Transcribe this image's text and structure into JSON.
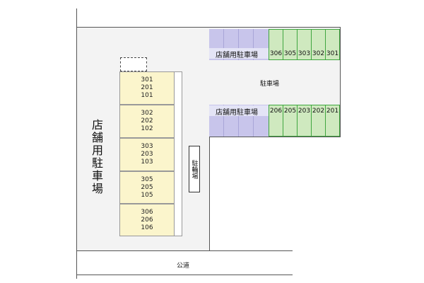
{
  "building": {
    "units": [
      {
        "lines": [
          "301",
          "201",
          "101"
        ]
      },
      {
        "lines": [
          "302",
          "202",
          "102"
        ]
      },
      {
        "lines": [
          "303",
          "203",
          "103"
        ]
      },
      {
        "lines": [
          "305",
          "205",
          "105"
        ]
      },
      {
        "lines": [
          "306",
          "206",
          "106"
        ]
      }
    ]
  },
  "store_parking_left": "店舗用駐車場",
  "bicycle_parking": "駐輪場",
  "parking_lot": "駐車場",
  "road": "公道",
  "parking_top": {
    "label": "店舗用駐車場",
    "slots": [
      "306",
      "305",
      "303",
      "302",
      "301"
    ]
  },
  "parking_bottom": {
    "label": "店舗用駐車場",
    "slots": [
      "206",
      "205",
      "203",
      "202",
      "201"
    ]
  },
  "colors": {
    "unit_fill": "#fbf5cc",
    "store_parking_fill": "#c8c5eb",
    "resident_parking_fill": "#cfe9bf",
    "resident_parking_border": "#3fa63f"
  }
}
